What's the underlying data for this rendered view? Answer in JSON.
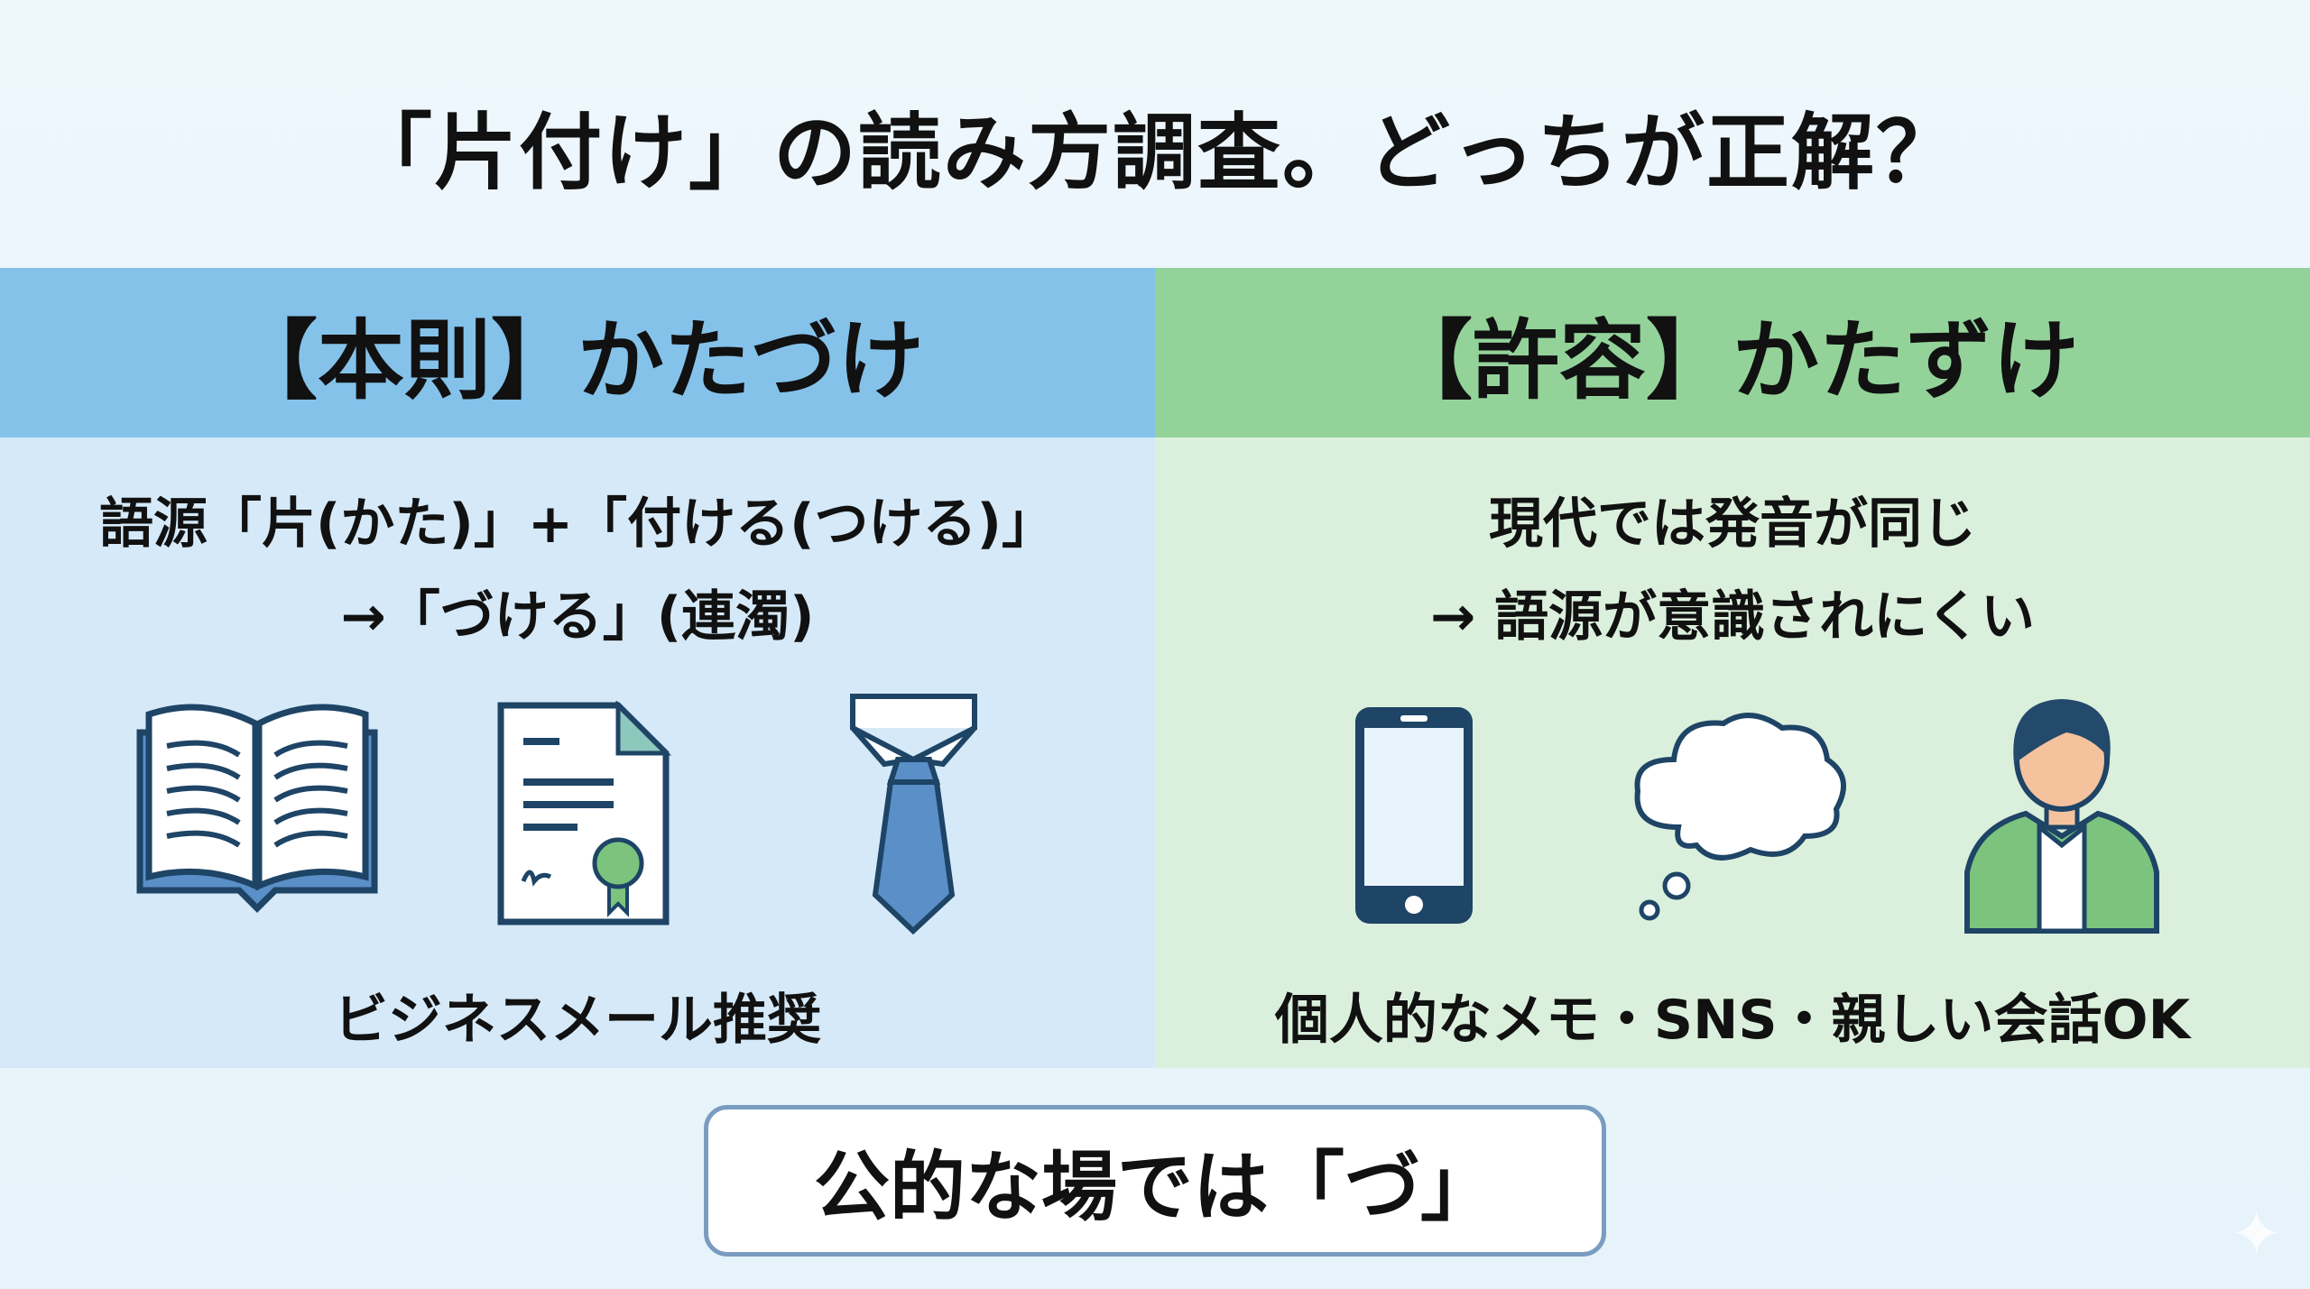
{
  "title": "「片付け」の読み方調査。どっちが正解？",
  "left": {
    "heading": "【本則】かたづけ",
    "line1": "語源「片(かた)」+「付ける(つける)」",
    "line2": "→「づける」(連濁)",
    "icons": [
      "book-icon",
      "certificate-icon",
      "necktie-icon"
    ],
    "caption": "ビジネスメール推奨",
    "color_header": "#84c2ea",
    "color_body": "#d5e9f8"
  },
  "right": {
    "heading": "【許容】かたずけ",
    "line1": "現代では発音が同じ",
    "line2": "→ 語源が意識されにくい",
    "icons": [
      "smartphone-icon",
      "thought-bubble-icon",
      "person-icon"
    ],
    "caption": "個人的なメモ・SNS・親しい会話OK",
    "color_header": "#93d39a",
    "color_body": "#dbf0dc"
  },
  "conclusion": "公的な場では「づ」"
}
